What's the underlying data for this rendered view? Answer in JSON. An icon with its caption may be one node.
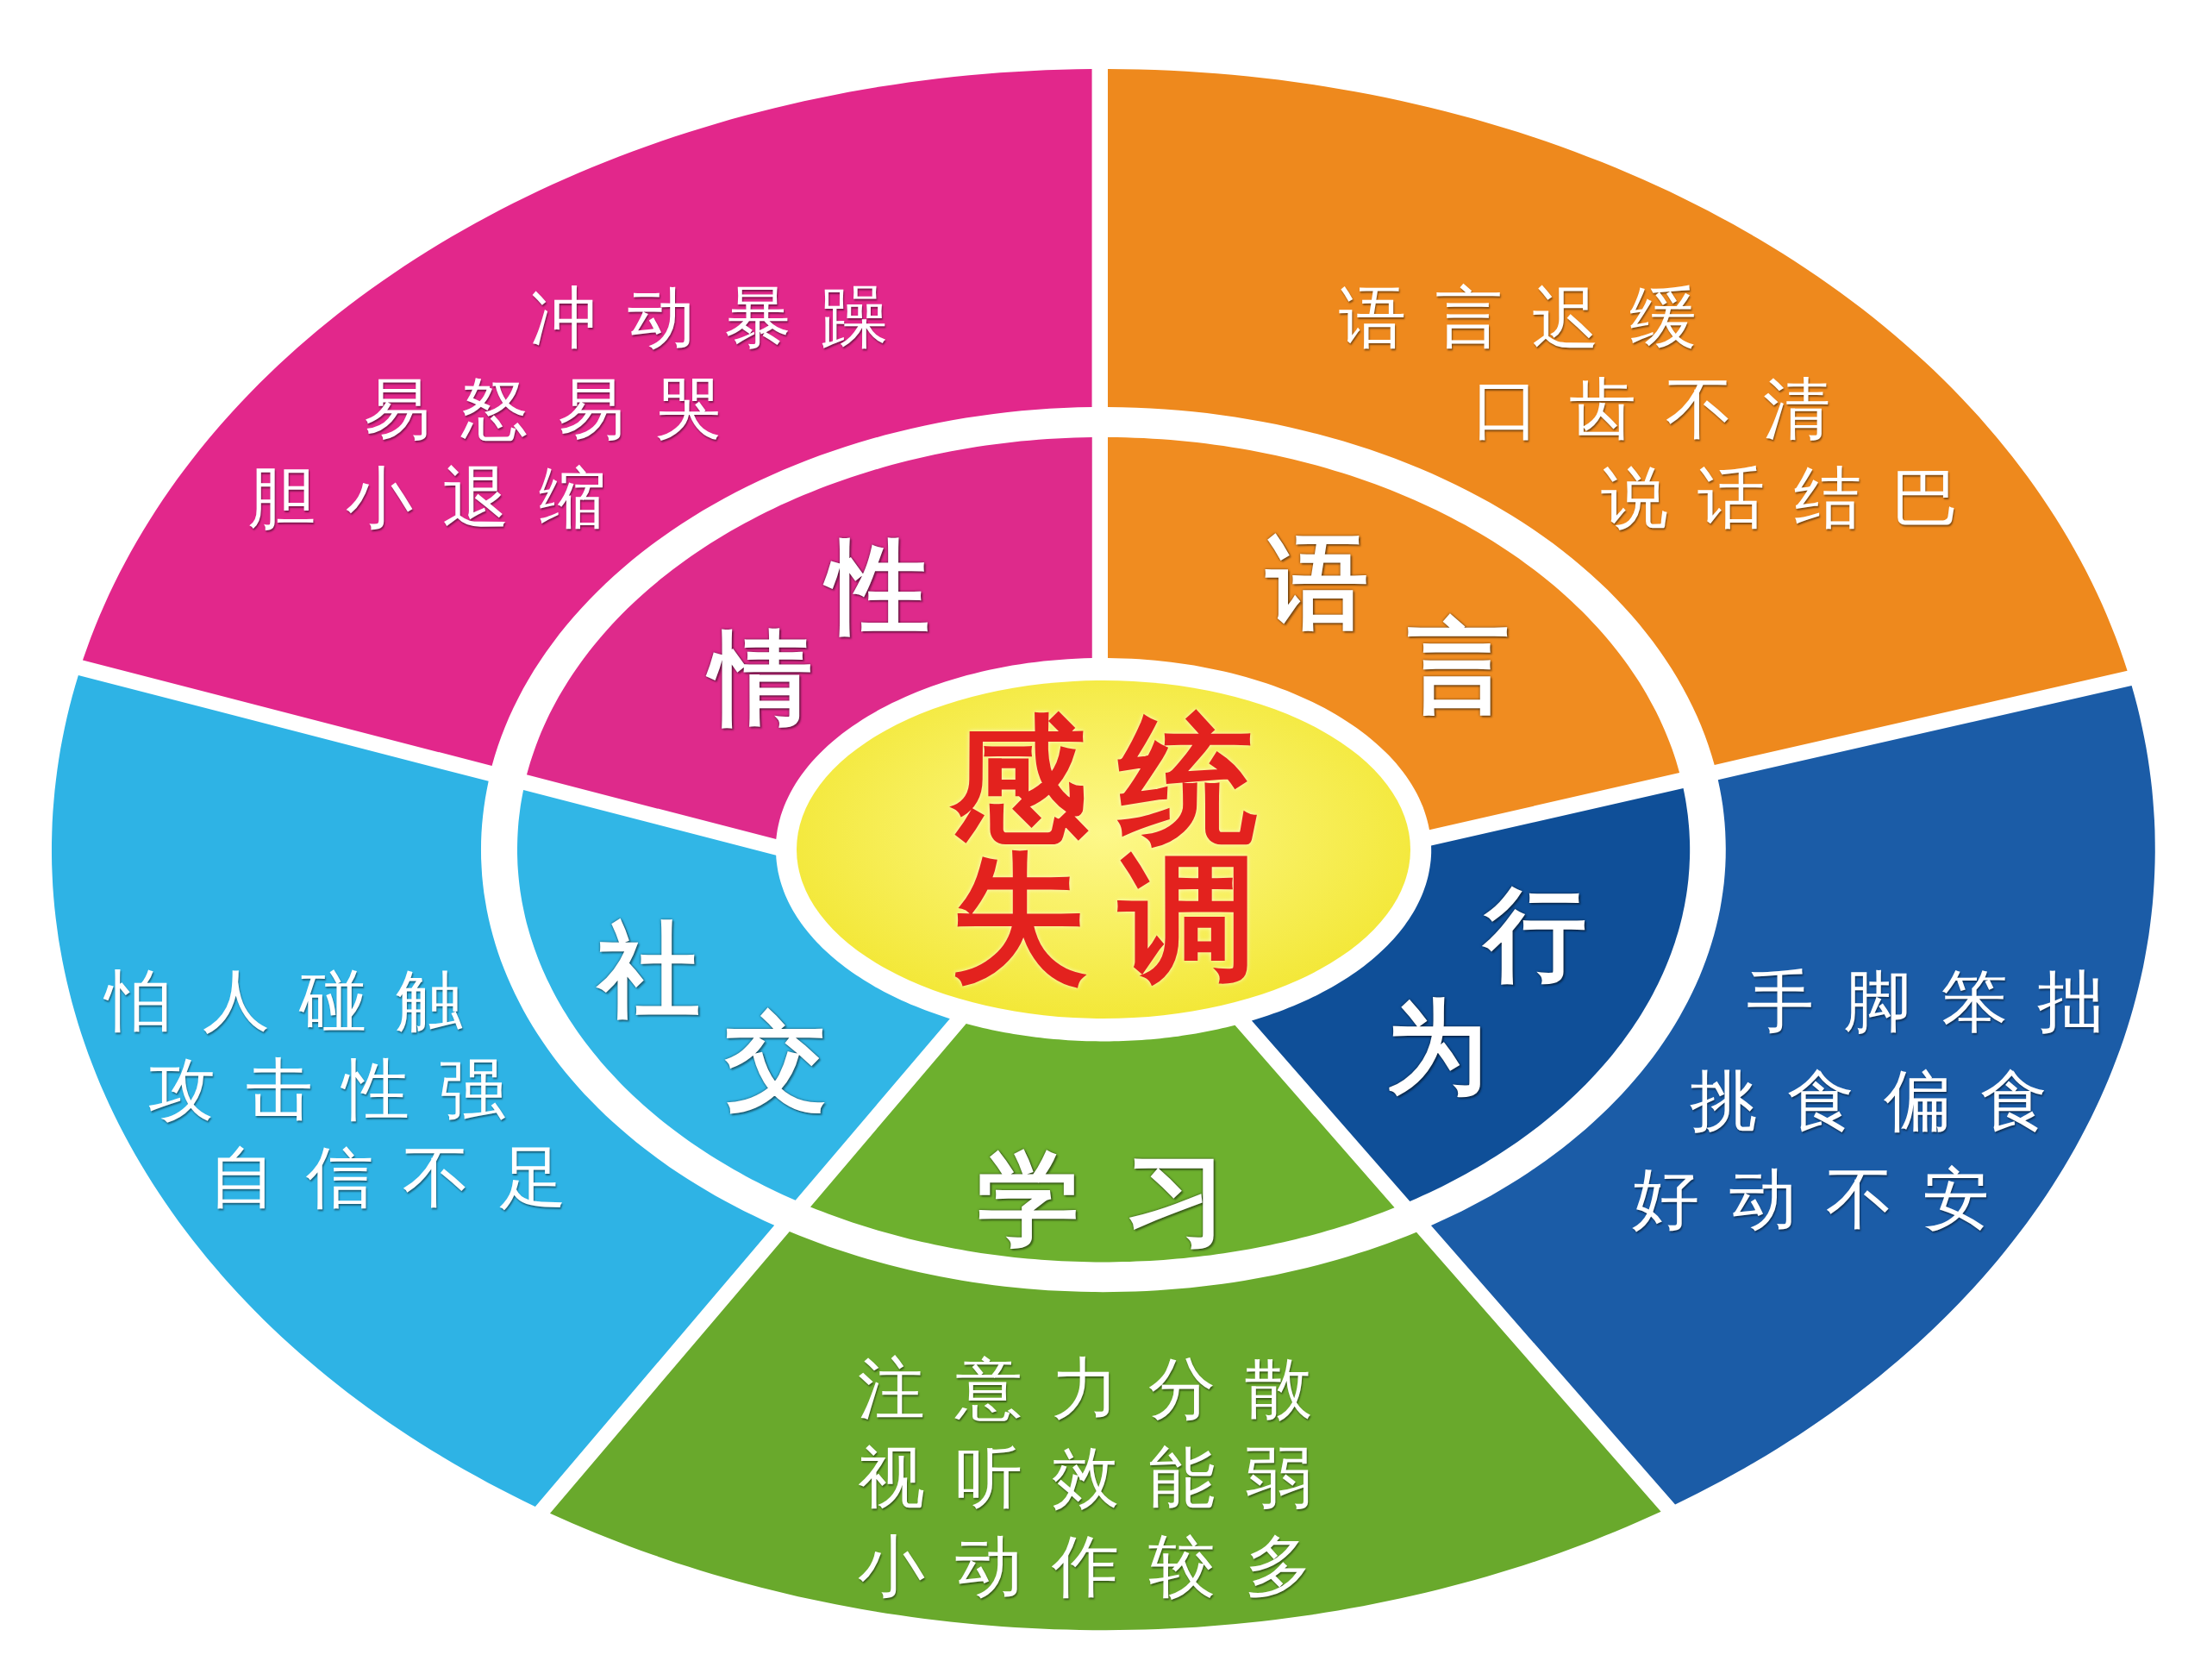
{
  "diagram": {
    "nodes": [
      {
        "text": [
          "感统失调"
        ]
      },
      {
        "text": [
          "性情"
        ]
      },
      {
        "text": [
          "语言"
        ]
      },
      {
        "text": [
          "行为"
        ]
      },
      {
        "text": [
          "学习"
        ]
      },
      {
        "text": [
          "社交"
        ]
      },
      {
        "text": [
          "冲动暴躁",
          "易怒易哭",
          "胆小退缩"
        ]
      },
      {
        "text": [
          "语言迟缓",
          "口齿不清",
          "说话结巴"
        ]
      },
      {
        "text": [
          "手脚笨拙",
          "挑食偏食",
          "好动不安"
        ]
      },
      {
        "text": [
          "注意力分散",
          "视听效能弱",
          "小动作较多"
        ]
      },
      {
        "text": [
          "怕人碰触",
          "攻击性强",
          "自信不足"
        ]
      }
    ]
  }
}
